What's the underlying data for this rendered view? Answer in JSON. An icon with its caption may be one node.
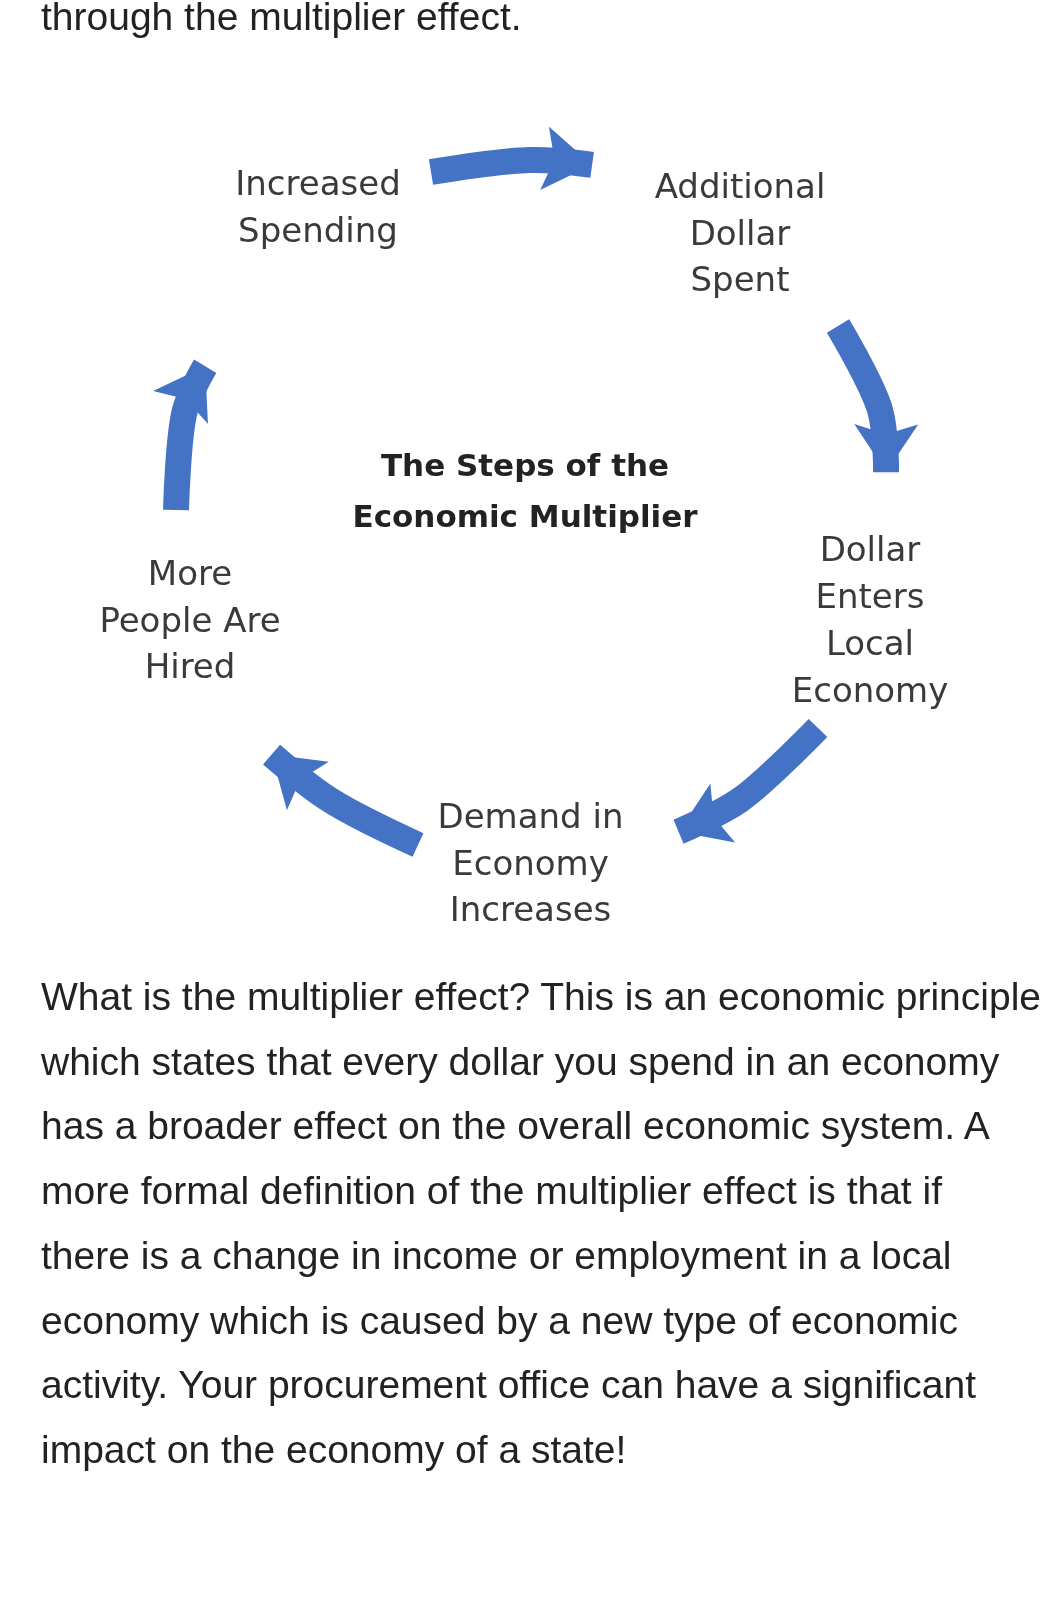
{
  "diagram": {
    "title": "The Steps of the Economic Multiplier",
    "nodes": [
      {
        "text": [
          "Increased Spending"
        ]
      },
      {
        "text": [
          "Additional Dollar Spent"
        ]
      },
      {
        "text": [
          "Dollar Enters Local Economy"
        ]
      },
      {
        "text": [
          "Demand in Economy Increases"
        ]
      },
      {
        "text": [
          "More People Are Hired"
        ]
      }
    ],
    "edges": [
      {
        "from": 0,
        "to": 1,
        "arrow": "to"
      },
      {
        "from": 1,
        "to": 2,
        "arrow": "to"
      },
      {
        "from": 2,
        "to": 3,
        "arrow": "to"
      },
      {
        "from": 3,
        "to": 4,
        "arrow": "to"
      },
      {
        "from": 4,
        "to": 0,
        "arrow": "to"
      }
    ],
    "labels": [
      "through the multiplier effect.",
      "What is the multiplier effect? This is an economic principle which states that every dollar you spend in an economy has a broader effect on the overall economic system. A more formal definition of the multiplier effect is that if there is a change in income or employment in a local economy which is caused by a new type of economic activity. Your procurement office can have a significant impact on the economy of a state!"
    ]
  }
}
